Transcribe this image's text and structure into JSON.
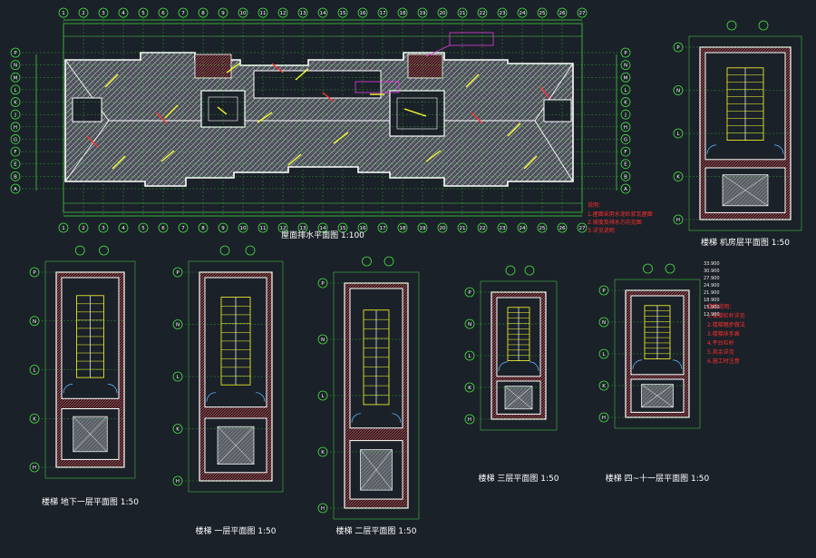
{
  "colors": {
    "background": "#1b2128",
    "wall": "#ffffff",
    "dimension": "#44e044",
    "hatch_red": "#d83a3a",
    "hatch_magenta": "#e040e0",
    "annotation_yellow": "#ffff30",
    "annotation_red": "#ff3030",
    "grid_axis": "#5ab4ff"
  },
  "roof_plan": {
    "title": "屋面排水平面图",
    "scale": "1:100",
    "top_axes": [
      "1",
      "2",
      "3",
      "4",
      "5",
      "6",
      "7",
      "8",
      "9",
      "10",
      "11",
      "12",
      "13",
      "14",
      "15",
      "16",
      "17",
      "18",
      "19",
      "20",
      "21",
      "22",
      "23",
      "24",
      "25",
      "26",
      "27"
    ],
    "left_axes": [
      "P",
      "N",
      "M",
      "L",
      "K",
      "J",
      "H",
      "G",
      "F",
      "E",
      "B",
      "A"
    ],
    "notes": [
      "说明：",
      "1.屋面采用水泥砂浆瓦屋面",
      "2.坡度及排水方向见图",
      "3.详见说明"
    ]
  },
  "stair_views": [
    {
      "title": "楼梯 机房层平面图",
      "scale": "1:50"
    },
    {
      "title": "楼梯 地下一层平面图",
      "scale": "1:50"
    },
    {
      "title": "楼梯 一层平面图",
      "scale": "1:50"
    },
    {
      "title": "楼梯 二层平面图",
      "scale": "1:50"
    },
    {
      "title": "楼梯 三层平面图",
      "scale": "1:50"
    },
    {
      "title": "楼梯 四~十一层平面图",
      "scale": "1:50"
    }
  ],
  "stair_axes": [
    "P",
    "N",
    "L",
    "K",
    "H"
  ],
  "general_notes": [
    "楼梯说明：",
    "1.楼梯栏杆详见",
    "2.楼梯踏步做法",
    "3.楼梯扶手高",
    "4.平台栏杆",
    "5.其余详见",
    "6.施工时注意"
  ],
  "elevation_list": [
    "33.900",
    "30.900",
    "27.900",
    "24.900",
    "21.900",
    "18.900",
    "15.900",
    "12.900"
  ]
}
